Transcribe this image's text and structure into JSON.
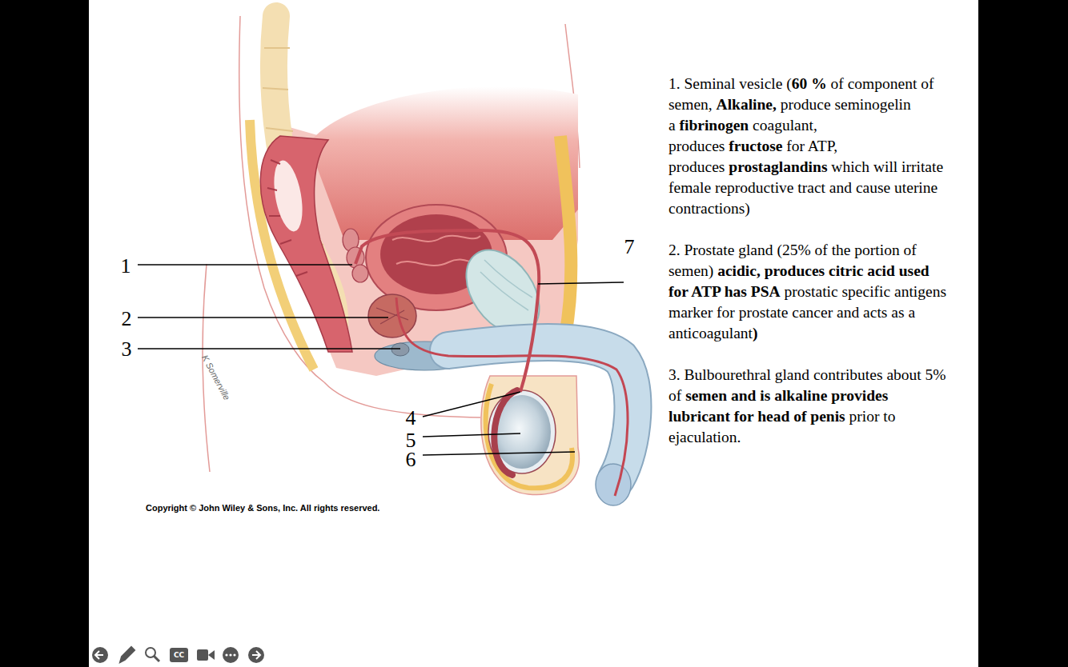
{
  "diagram": {
    "labels": [
      "1",
      "2",
      "3",
      "4",
      "5",
      "6",
      "7",
      "K Somerville",
      "Copyright © John Wiley & Sons, Inc. All rights reserved.",
      "1. Seminal vesicle (",
      "60 %",
      "of component of semen,",
      "Alkaline,",
      "produce seminogelin a",
      "fibrinogen",
      "coagulant, produces",
      "fructose",
      "for ATP, produces",
      "prostaglandins",
      "which will irritate female reproductive tract and cause uterine contractions)",
      "2. Prostate gland (25% of the portion of semen)",
      "acidic, produces citric acid used for ATP has PSA",
      "prostatic specific antigens marker for prostate cancer and acts as a anticoagulant",
      ")",
      "3. Bulbourethral gland contributes about 5% of",
      "semen and is alkaline provides lubricant for head of penis",
      "prior to ejaculation.",
      "CC"
    ]
  }
}
